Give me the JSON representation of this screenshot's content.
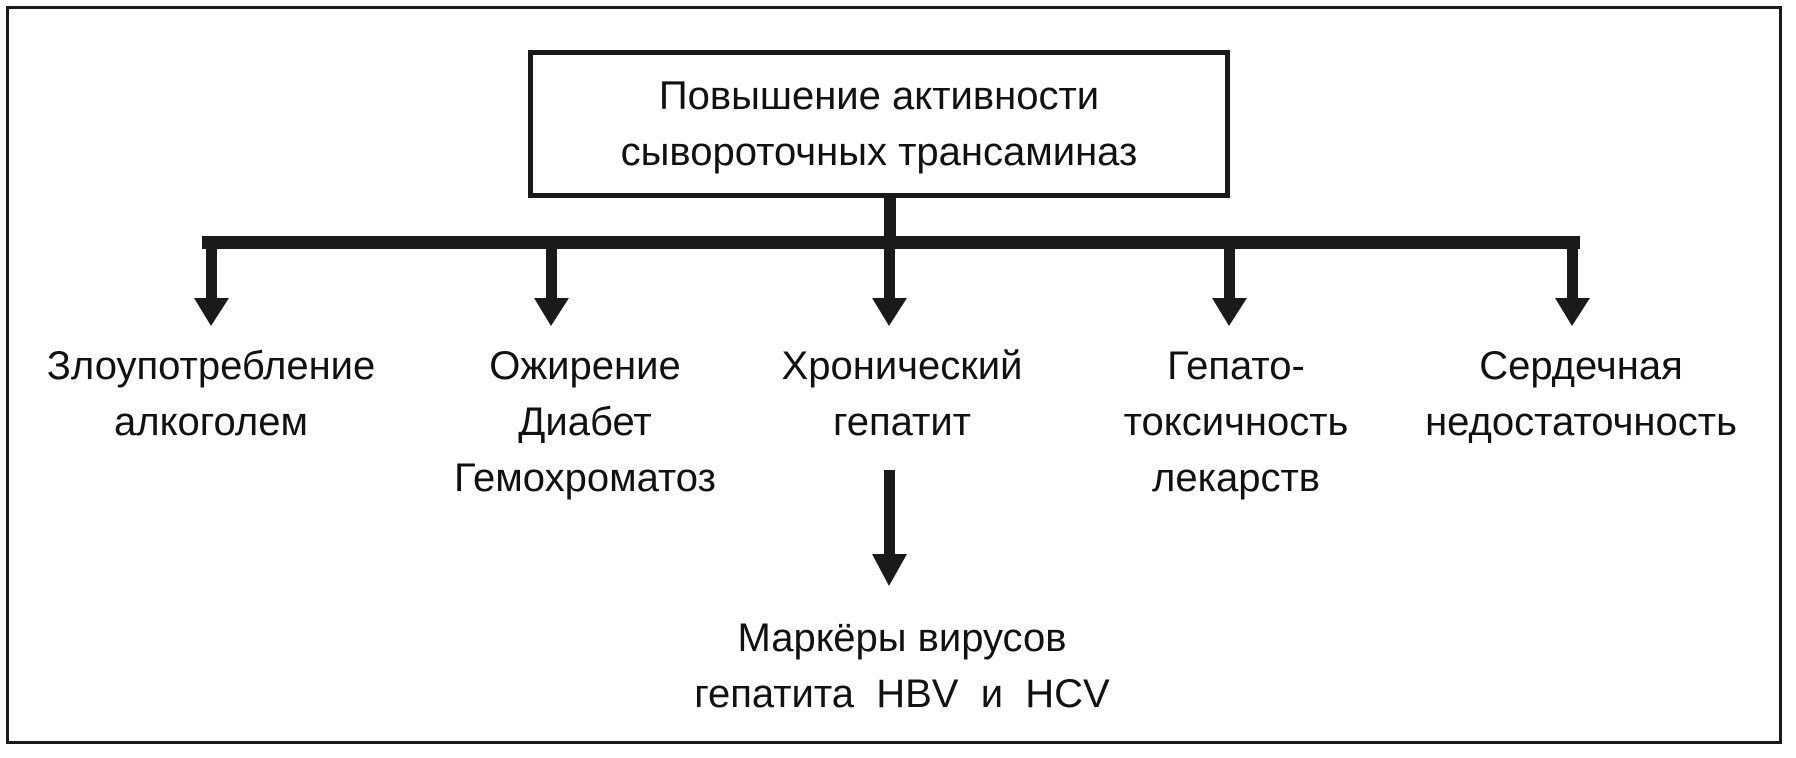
{
  "diagram": {
    "root": {
      "lines": [
        "Повышение активности",
        "сывороточных трансаминаз"
      ]
    },
    "causes": [
      {
        "id": "alcohol",
        "lines": [
          "Злоупотребление",
          "алкоголем"
        ]
      },
      {
        "id": "obesity",
        "lines": [
          "Ожирение",
          "Диабет",
          "Гемохроматоз"
        ]
      },
      {
        "id": "hepatitis",
        "lines": [
          "Хронический",
          "гепатит"
        ]
      },
      {
        "id": "drugs",
        "lines": [
          "Гепато-",
          "токсичность",
          "лекарств"
        ]
      },
      {
        "id": "heart",
        "lines": [
          "Сердечная",
          "недостаточность"
        ]
      }
    ],
    "sub": {
      "lines": [
        "Маркёры вирусов",
        "гепатита  HBV  и  HCV"
      ]
    },
    "colors": {
      "ink": "#1a1a1a",
      "background": "#ffffff"
    }
  }
}
